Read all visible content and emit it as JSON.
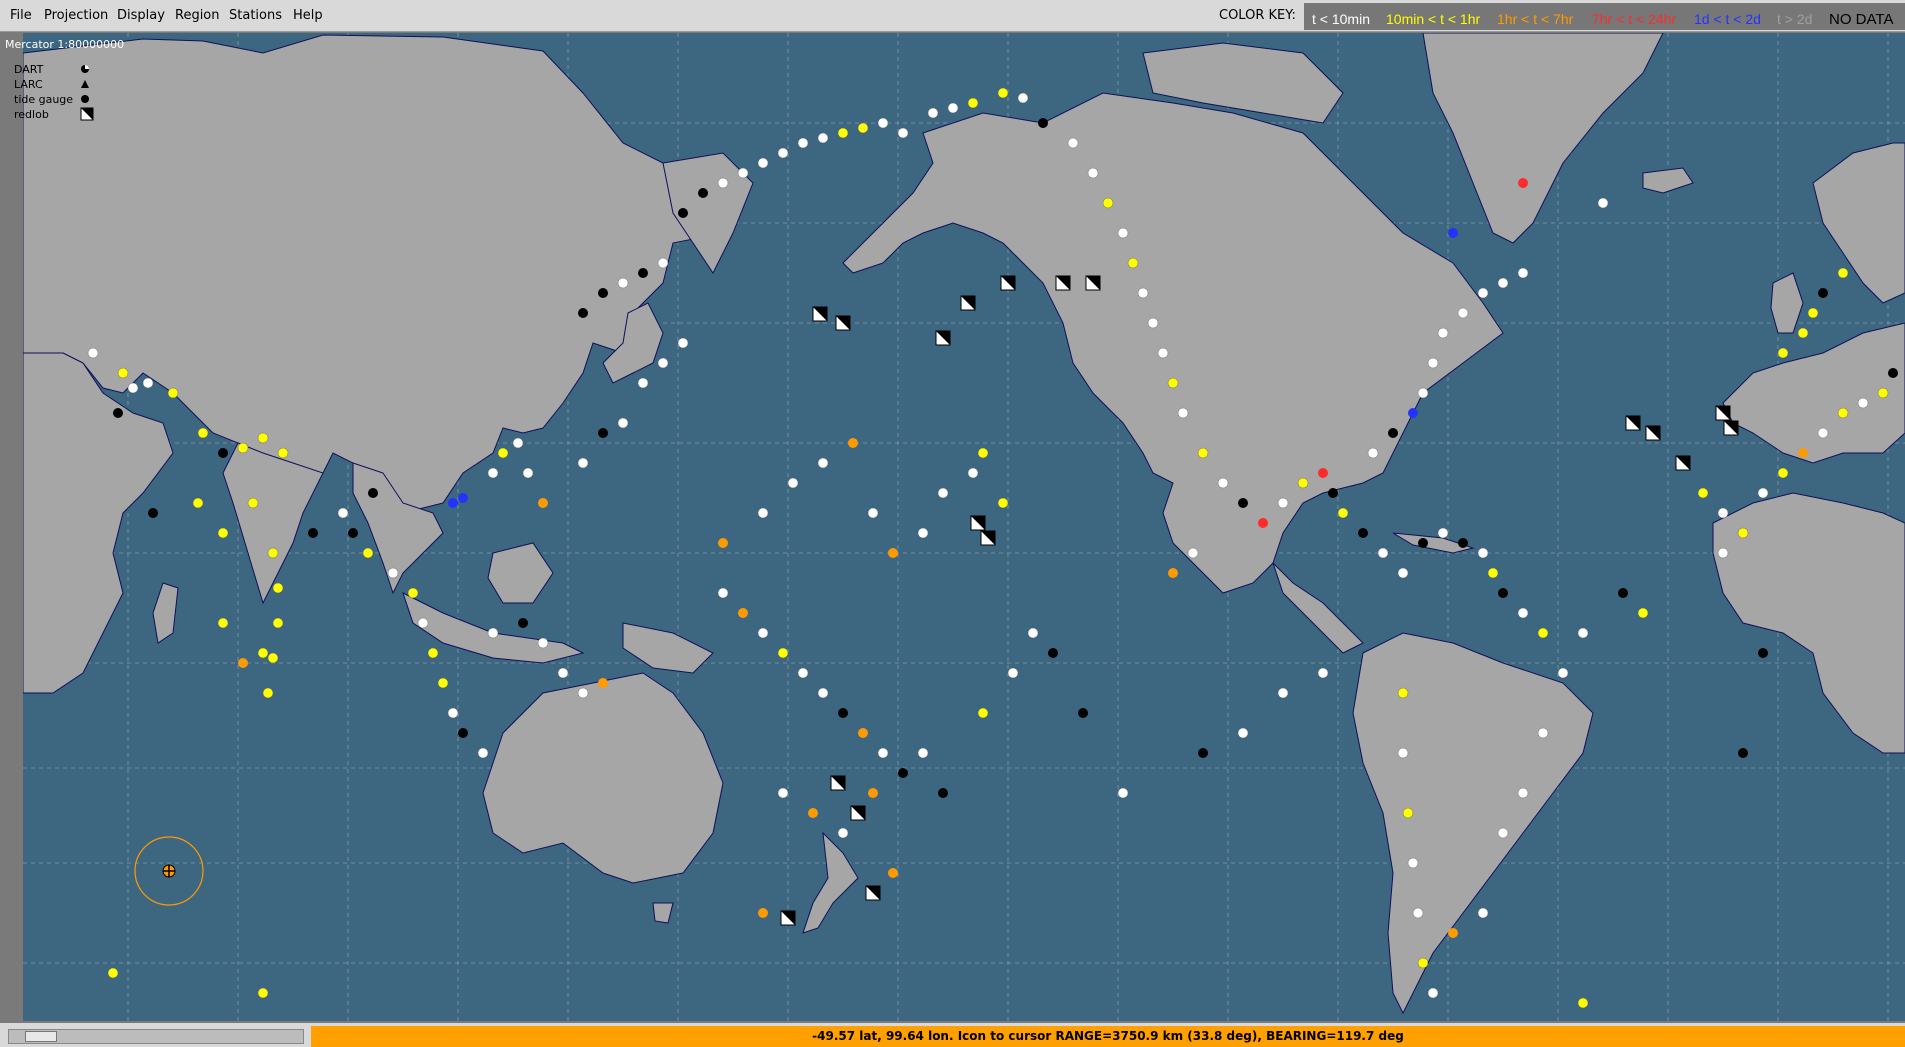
{
  "menu": [
    "File",
    "Projection",
    "Display",
    "Region",
    "Stations",
    "Help"
  ],
  "color_key": {
    "label": "COLOR KEY:",
    "items": [
      {
        "text": "t < 10min",
        "color": "#ffffff"
      },
      {
        "text": "10min < t < 1hr",
        "color": "#ffff00"
      },
      {
        "text": "1hr < t < 7hr",
        "color": "#ff9a00"
      },
      {
        "text": "7hr < t < 24hr",
        "color": "#ff2a2a"
      },
      {
        "text": "1d < t < 2d",
        "color": "#2233ff"
      },
      {
        "text": "t > 2d",
        "color": "#a0a0a0"
      },
      {
        "text": "NO DATA",
        "color": "#000000"
      }
    ]
  },
  "map": {
    "projection_label": "Mercator 1:80000000",
    "ocean_color": "#3d6680",
    "land_color": "#a6a6a6",
    "legend": [
      {
        "label": "DART",
        "icon": "dart-icon"
      },
      {
        "label": "LARC",
        "icon": "larc-triangle-icon"
      },
      {
        "label": "tide gauge",
        "icon": "tide-gauge-circle-icon"
      },
      {
        "label": "redlob",
        "icon": "redlob-square-icon"
      }
    ]
  },
  "status": "-49.57 lat, 99.64 lon.  Icon to cursor RANGE=3750.9 km (33.8 deg), BEARING=119.7 deg"
}
